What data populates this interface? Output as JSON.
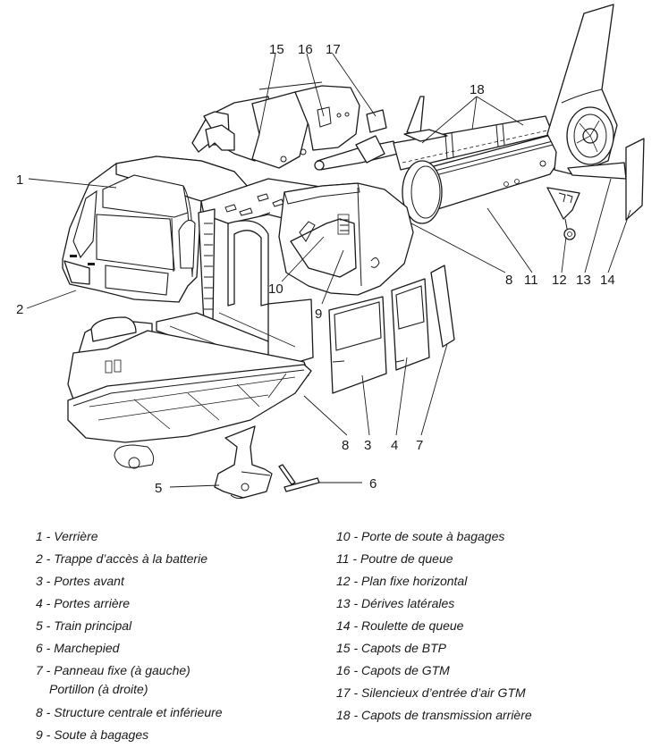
{
  "diagram": {
    "subject": "Exploded view of helicopter airframe",
    "callouts": [
      {
        "id": "1",
        "label": "1"
      },
      {
        "id": "2",
        "label": "2"
      },
      {
        "id": "3",
        "label": "3"
      },
      {
        "id": "4",
        "label": "4"
      },
      {
        "id": "5",
        "label": "5"
      },
      {
        "id": "6",
        "label": "6"
      },
      {
        "id": "7",
        "label": "7"
      },
      {
        "id": "8a",
        "label": "8"
      },
      {
        "id": "8b",
        "label": "8"
      },
      {
        "id": "9",
        "label": "9"
      },
      {
        "id": "10",
        "label": "10"
      },
      {
        "id": "11",
        "label": "11"
      },
      {
        "id": "12",
        "label": "12"
      },
      {
        "id": "13",
        "label": "13"
      },
      {
        "id": "14",
        "label": "14"
      },
      {
        "id": "15",
        "label": "15"
      },
      {
        "id": "16",
        "label": "16"
      },
      {
        "id": "17",
        "label": "17"
      },
      {
        "id": "18",
        "label": "18"
      }
    ]
  },
  "legend": {
    "left": [
      {
        "num": "1",
        "text": "Verrière"
      },
      {
        "num": "2",
        "text": "Trappe d’accès à la batterie"
      },
      {
        "num": "3",
        "text": "Portes avant"
      },
      {
        "num": "4",
        "text": "Portes arrière"
      },
      {
        "num": "5",
        "text": "Train principal"
      },
      {
        "num": "6",
        "text": "Marchepied"
      },
      {
        "num": "7",
        "text": "Panneau fixe (à gauche)",
        "text2": "Portillon (à droite)"
      },
      {
        "num": "8",
        "text": "Structure centrale et inférieure"
      },
      {
        "num": "9",
        "text": "Soute à bagages"
      }
    ],
    "right": [
      {
        "num": "10",
        "text": "Porte de soute à bagages"
      },
      {
        "num": "11",
        "text": "Poutre de queue"
      },
      {
        "num": "12",
        "text": "Plan fixe horizontal"
      },
      {
        "num": "13",
        "text": "Dérives latérales"
      },
      {
        "num": "14",
        "text": "Roulette de queue"
      },
      {
        "num": "15",
        "text": "Capots de BTP"
      },
      {
        "num": "16",
        "text": "Capots de GTM"
      },
      {
        "num": "17",
        "text": "Silencieux d’entrée d’air GTM"
      },
      {
        "num": "18",
        "text": "Capots de transmission arrière"
      }
    ],
    "separator": " - "
  }
}
